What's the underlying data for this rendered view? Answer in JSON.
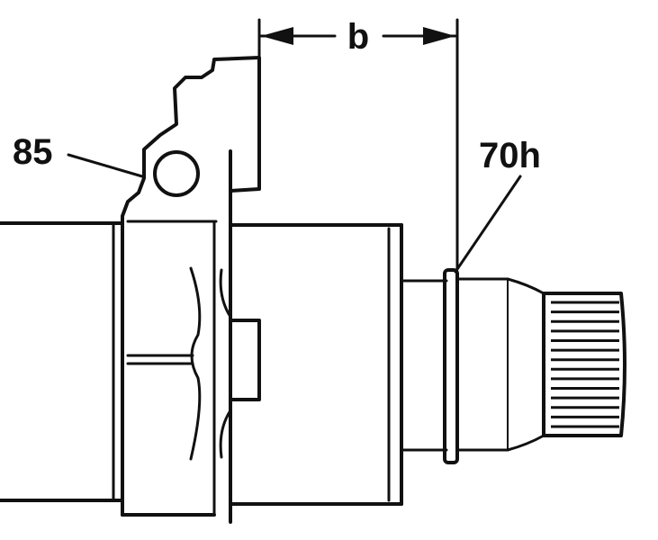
{
  "labels": {
    "part_85": "85",
    "part_70h": "70h",
    "dimension_b": "b"
  },
  "colors": {
    "ink": "#111111",
    "background": "#ffffff"
  },
  "spline_ridges": 14
}
